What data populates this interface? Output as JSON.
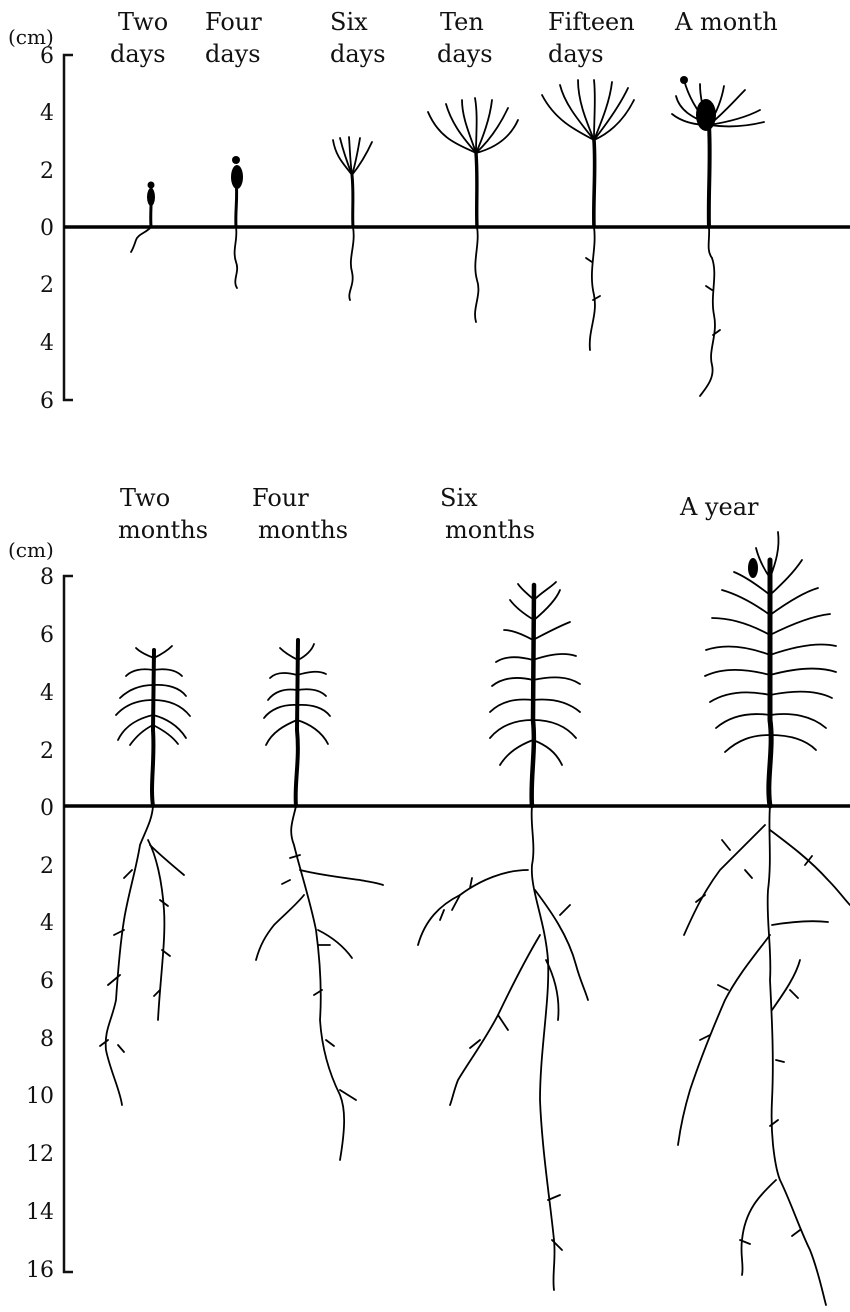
{
  "unit_label": "(cm)",
  "stages": [
    {
      "line1": "Two",
      "line2": "days",
      "shoot_cm": 1.4,
      "root_cm": 0.9
    },
    {
      "line1": "Four",
      "line2": "days",
      "shoot_cm": 2.4,
      "root_cm": 2.1
    },
    {
      "line1": "Six",
      "line2": "days",
      "shoot_cm": 3.0,
      "root_cm": 2.5
    },
    {
      "line1": "Ten",
      "line2": "days",
      "shoot_cm": 4.0,
      "root_cm": 3.3
    },
    {
      "line1": "Fifteen",
      "line2": "days",
      "shoot_cm": 5.0,
      "root_cm": 4.2
    },
    {
      "line1": "A month",
      "line2": "",
      "shoot_cm": 5.0,
      "root_cm": 5.9
    },
    {
      "line1": "Two",
      "line2": "months",
      "shoot_cm": 5.5,
      "root_cm": 10.3
    },
    {
      "line1": "Four",
      "line2": "months",
      "shoot_cm": 6.2,
      "root_cm": 12.2
    },
    {
      "line1": "Six",
      "line2": "months",
      "shoot_cm": 7.6,
      "root_cm": 16.5
    },
    {
      "line1": "A year",
      "line2": "",
      "shoot_cm": 9.0,
      "root_cm": 17.0
    }
  ],
  "top_axis_ticks": [
    "6",
    "4",
    "2",
    "0",
    "2",
    "4",
    "6"
  ],
  "bottom_axis_ticks": [
    "8",
    "6",
    "4",
    "2",
    "0",
    "2",
    "4",
    "6",
    "8",
    "10",
    "12",
    "14",
    "16"
  ]
}
